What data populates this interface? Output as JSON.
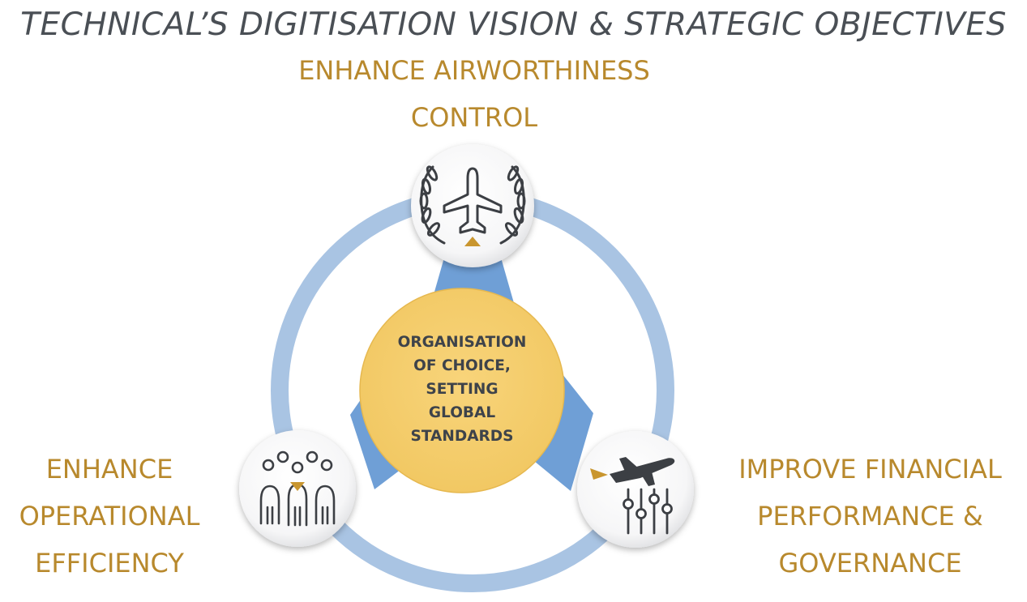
{
  "title": "TECHNICAL’S DIGITISATION VISION & STRATEGIC OBJECTIVES",
  "center": {
    "lines": [
      "ORGANISATION",
      "OF CHOICE,",
      "SETTING",
      "GLOBAL",
      "STANDARDS"
    ]
  },
  "objectives": {
    "top": {
      "lines": [
        "ENHANCE AIRWORTHINESS",
        "CONTROL"
      ],
      "icon": "airplane-laurel-icon"
    },
    "left": {
      "lines": [
        "ENHANCE",
        "OPERATIONAL",
        "EFFICIENCY"
      ],
      "icon": "people-group-icon"
    },
    "right": {
      "lines": [
        "IMPROVE FINANCIAL",
        "PERFORMANCE &",
        "GOVERNANCE"
      ],
      "icon": "plane-takeoff-sliders-icon"
    }
  },
  "colors": {
    "title": "#4a4f55",
    "label_gold": "#b8892d",
    "ring_blue": "#a9c4e3",
    "connector_blue": "#6f9fd6",
    "center_fill": "#f5cd6e",
    "icon_dark": "#3c3f44",
    "accent_gold": "#c9962f"
  }
}
